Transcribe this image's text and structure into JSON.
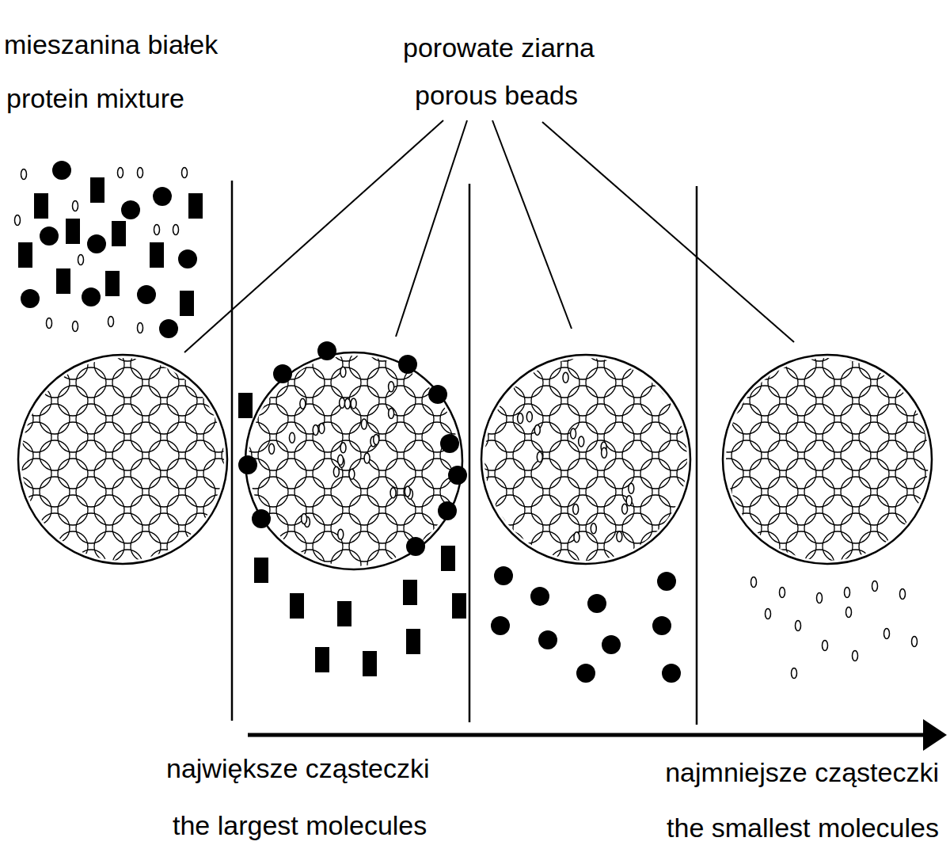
{
  "diagram": {
    "labels": [
      "mieszanina białek",
      "protein mixture",
      "porowate ziarna",
      "porous beads",
      "największe cząsteczki",
      "the largest molecules",
      "najmniejsze cząsteczki",
      "the smallest molecules"
    ]
  }
}
